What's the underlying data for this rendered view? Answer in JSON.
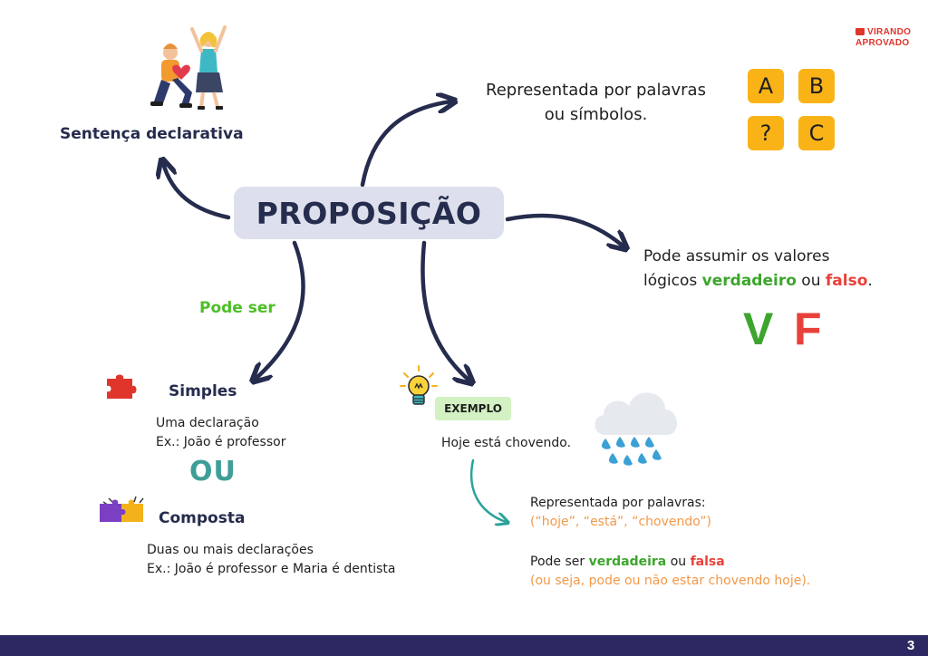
{
  "brand": {
    "line1": "VIRANDO",
    "line2": "APROVADO"
  },
  "center": {
    "title": "PROPOSIÇÃO"
  },
  "sentenca": {
    "title": "Sentença declarativa"
  },
  "representada": {
    "line1": "Representada por palavras",
    "line2": "ou símbolos."
  },
  "tiles": [
    "A",
    "B",
    "?",
    "C"
  ],
  "valores": {
    "line1": "Pode assumir os valores",
    "prefix": "lógicos ",
    "verdadeiro": "verdadeiro",
    "ou": " ou ",
    "falso": "falso",
    "suffix": "."
  },
  "vf": {
    "v": "V",
    "f": "F"
  },
  "pode_ser": "Pode ser",
  "simples": {
    "title": "Simples",
    "desc1": "Uma declaração",
    "desc2": "Ex.: João é professor"
  },
  "ou": "OU",
  "composta": {
    "title": "Composta",
    "desc1": "Duas ou mais declarações",
    "desc2": "Ex.: João é professor e Maria é dentista"
  },
  "exemplo": {
    "badge": "EXEMPLO",
    "sentence": "Hoje está chovendo.",
    "repr_line1": "Representada por palavras:",
    "repr_line2": "(“hoje”, “está”, “chovendo”)",
    "vf_prefix": "Pode ser ",
    "verdadeira": "verdadeira",
    "ou": " ou ",
    "falsa": "falsa",
    "vf_line2": "(ou seja, pode ou não estar chovendo hoje)."
  },
  "page_number": "3",
  "colors": {
    "dark_navy": "#252c4d",
    "center_bg": "#dde0ec",
    "green": "#3ca62c",
    "red": "#e8413a",
    "orange": "#f2994a",
    "tile_yellow": "#f9b317",
    "teal": "#2aa39b",
    "footer": "#2c2962"
  },
  "icons": [
    "happy-couple-illustration",
    "puzzle-piece-icon",
    "puzzle-pieces-icon",
    "lightbulb-icon",
    "rain-cloud-icon",
    "book-icon"
  ]
}
